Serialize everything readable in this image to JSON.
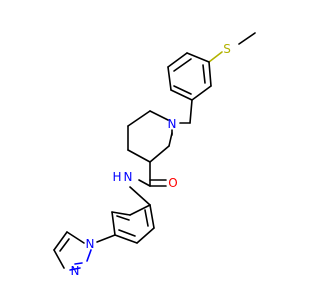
{
  "molecule": {
    "atoms": {
      "S": {
        "label": "S",
        "color": "#b2b200"
      },
      "N_ring": {
        "label": "N",
        "color": "#0000ff"
      },
      "O": {
        "label": "O",
        "color": "#ff0000"
      },
      "NH": {
        "label": "N",
        "color": "#0000ff"
      },
      "H": {
        "label": "H",
        "color": "#0000ff"
      },
      "N_pz1": {
        "label": "N",
        "color": "#0000ff"
      },
      "N_pz2": {
        "label": "N",
        "color": "#0000ff"
      }
    }
  }
}
